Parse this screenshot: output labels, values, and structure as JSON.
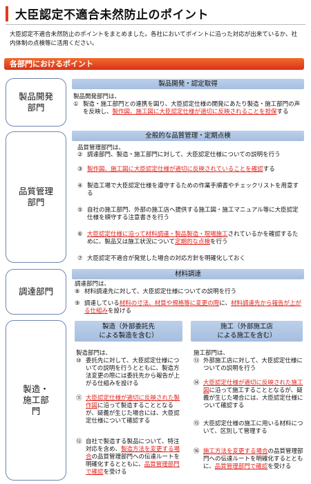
{
  "title": "大臣認定不適合未然防止のポイント",
  "intro": "大臣認定不適合未然防止のポイントをまとめました。各社においてポイントに沿った対応が出来ているか、社内体制の点検等に活用ください。",
  "section_banner": "各部門におけるポイント",
  "departments": {
    "development": "製品開発部門",
    "quality": "品質管理部門",
    "procurement": "調達部門",
    "manufacturing": "製造・施工部門"
  },
  "development": {
    "header": "製品開発・認定取得",
    "intro": "製品開発部門は、",
    "items": [
      {
        "num": "①",
        "text_a": "製造・施工部門との連携を図り、大臣認定仕様の開発にあたり製造・施工部門の声を反映し、",
        "text_red": "製作図、施工図に大臣認定仕様が適切に反映されることを担保",
        "text_b": "する"
      }
    ]
  },
  "quality": {
    "header": "全般的な品質管理・定期点検",
    "intro": "品質管理部門は、",
    "items": [
      {
        "num": "②",
        "text_a": "調達部門、製造・施工部門に対して、大臣認定仕様についての説明を行う",
        "text_red": "",
        "text_b": ""
      },
      {
        "num": "③",
        "text_a": "",
        "text_red": "製作図、施工図に大臣認定仕様が適切に反映されていることを確認",
        "text_b": "する"
      },
      {
        "num": "④",
        "text_a": "製造工場で大臣認定仕様を遵守するための作業手順書やチェックリストを用意する",
        "text_red": "",
        "text_b": ""
      },
      {
        "num": "⑤",
        "text_a": "自社の施工部門、外部の施工店へ提供する施工図・施工マニュアル等に大臣認定仕様を順守する注意書きを行う",
        "text_red": "",
        "text_b": ""
      },
      {
        "num": "⑥",
        "text_a": "",
        "text_red": "大臣認定仕様に沿って材料調達・製品製造・現場施工",
        "text_b": "されているかを確認するために、製品又は施工状況について",
        "text_red2": "定期的な点検",
        "text_c": "を行う"
      },
      {
        "num": "⑦",
        "text_a": "大臣認定不適合が発覚した場合の対応方針を明確化しておく",
        "text_red": "",
        "text_b": ""
      }
    ]
  },
  "procurement": {
    "header": "材料調達",
    "intro": "調達部門は、",
    "items": [
      {
        "num": "⑧",
        "text_a": "材料調達先に対して、大臣認定仕様についての説明を行う",
        "text_red": "",
        "text_b": ""
      },
      {
        "num": "⑨",
        "text_a": "調達している",
        "text_red": "材料の寸法、材質や規格等に変更の際",
        "text_b": "に、",
        "text_red2": "材料調達先から報告が上がる仕組み",
        "text_c": "を設ける"
      }
    ]
  },
  "manufacturing": {
    "left_header_1": "製造（外部委託先",
    "left_header_2": "による製造を含む）",
    "right_header_1": "施工（外部施工店",
    "right_header_2": "による施工を含む）",
    "left_intro": "製造部門は、",
    "right_intro": "施工部門は、",
    "left_items": [
      {
        "num": "⑩",
        "text_a": "委託先に対して、大臣認定仕様についての説明を行うとともに、製造方法変更の際には委託先から報告が上がる仕組みを設ける",
        "text_red": "",
        "text_b": ""
      },
      {
        "num": "⑪",
        "text_a": "",
        "text_red": "大臣認定仕様が適切に反映された製作図",
        "text_b": "に沿って製造することとなるが、疑義が生じた場合には、大臣認定仕様について確認する"
      },
      {
        "num": "⑫",
        "text_a": "自社で製造する製品について、特注対応を含め、",
        "text_red": "製造方法を変更する場合",
        "text_b": "の品質管理部門への伝達ルートを明確化するとともに、",
        "text_red2": "品質管理部門で確認",
        "text_c": "を受ける"
      }
    ],
    "right_items": [
      {
        "num": "⑬",
        "text_a": "外部施工店に対して、大臣認定仕様についての説明を行う",
        "text_red": "",
        "text_b": ""
      },
      {
        "num": "⑭",
        "text_a": "",
        "text_red": "大臣認定仕様が適切に反映された施工図",
        "text_b": "に沿って施工することとなるが、疑義が生じた場合には、大臣認定仕様について確認する"
      },
      {
        "num": "⑮",
        "text_a": "大臣認定仕様の施工に用いる材料について、区別して管理する",
        "text_red": "",
        "text_b": ""
      },
      {
        "num": "⑯",
        "text_a": "",
        "text_red": "施工方法を変更する場合",
        "text_b": "の品質管理部門への伝達ルートを明確化するとともに、",
        "text_red2": "品質管理部門で確認",
        "text_c": "を受ける"
      }
    ]
  },
  "colors": {
    "accent": "#e03a1e",
    "header_blue": "#a6bedf",
    "highlight_red": "#e0201a",
    "dept_border": "#6e86b0"
  }
}
